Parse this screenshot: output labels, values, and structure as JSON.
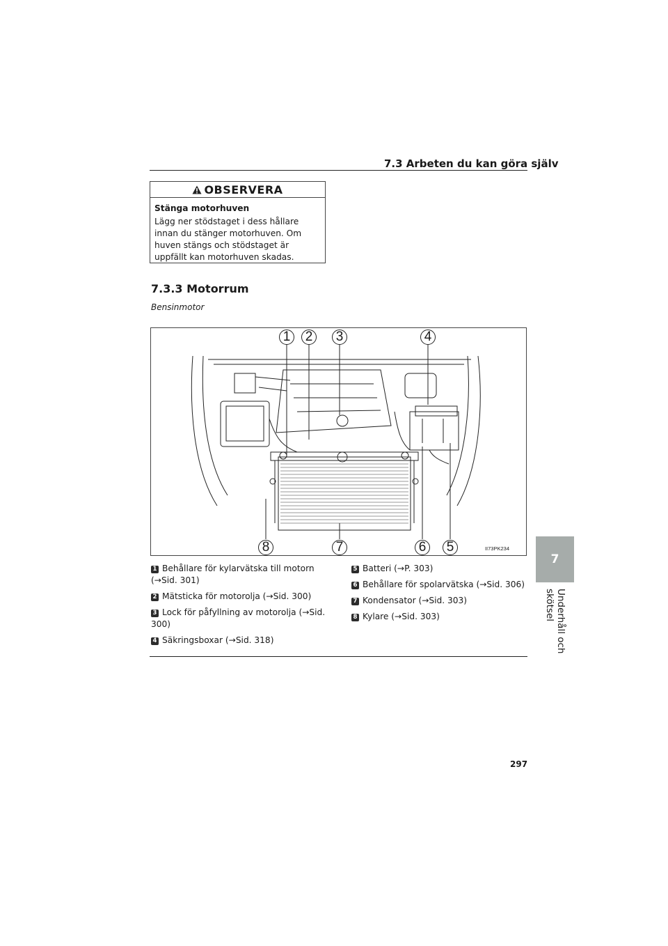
{
  "header": {
    "section_title": "7.3  Arbeten du kan göra själv"
  },
  "notice": {
    "heading": "OBSERVERA",
    "title": "Stänga motorhuven",
    "body": "Lägg ner stödstaget i dess hållare innan du stänger motorhuven. Om huven stängs och stödstaget är uppfällt kan motorhuven skadas."
  },
  "section": {
    "title": "7.3.3  Motorrum",
    "subtitle": "Bensinmotor"
  },
  "figure": {
    "code": "II73PK234",
    "callouts": [
      "1",
      "2",
      "3",
      "4",
      "5",
      "6",
      "7",
      "8"
    ]
  },
  "legend": {
    "left": [
      {
        "num": "1",
        "text": "Behållare för kylarvätska till motorn (→Sid. 301)"
      },
      {
        "num": "2",
        "text": "Mätsticka för motorolja (→Sid. 300)"
      },
      {
        "num": "3",
        "text": "Lock för påfyllning av motorolja (→Sid. 300)"
      },
      {
        "num": "4",
        "text": "Säkringsboxar (→Sid. 318)"
      }
    ],
    "right": [
      {
        "num": "5",
        "text": "Batteri (→P. 303)"
      },
      {
        "num": "6",
        "text": "Behållare för spolarvätska (→Sid. 306)"
      },
      {
        "num": "7",
        "text": "Kondensator (→Sid. 303)"
      },
      {
        "num": "8",
        "text": "Kylare (→Sid. 303)"
      }
    ]
  },
  "side_tab": {
    "chapter": "7",
    "label": "Underhåll och skötsel"
  },
  "page_number": "297"
}
